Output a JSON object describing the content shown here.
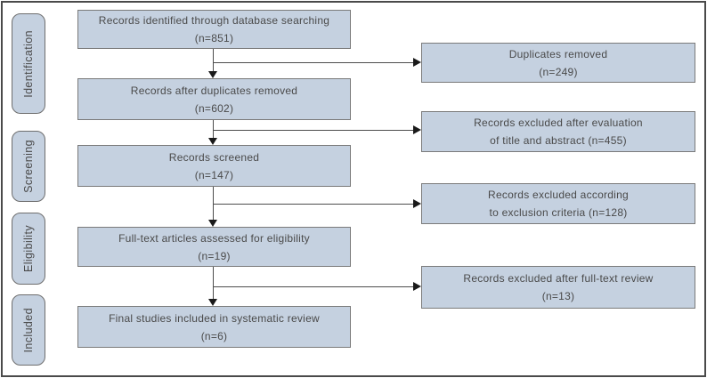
{
  "diagram": {
    "type": "prisma-flow-diagram",
    "stages": [
      {
        "label": "Identification"
      },
      {
        "label": "Screening"
      },
      {
        "label": "Eligibility"
      },
      {
        "label": "Included"
      }
    ],
    "main_boxes": [
      {
        "line1": "Records identified through database searching",
        "line2": "(n=851)"
      },
      {
        "line1": "Records after duplicates removed",
        "line2": "(n=602)"
      },
      {
        "line1": "Records screened",
        "line2": "(n=147)"
      },
      {
        "line1": "Full-text articles assessed for eligibility",
        "line2": "(n=19)"
      },
      {
        "line1": "Final studies included in systematic review",
        "line2": "(n=6)"
      }
    ],
    "side_boxes": [
      {
        "line1": "Duplicates removed",
        "line2": "(n=249)"
      },
      {
        "line1": "Records excluded after evaluation",
        "line2": "of title and abstract (n=455)"
      },
      {
        "line1": "Records excluded according",
        "line2": "to exclusion criteria (n=128)"
      },
      {
        "line1": "Records excluded after full-text review",
        "line2": "(n=13)"
      }
    ]
  },
  "palette": {
    "box_fill": "#c5d1e0",
    "box_border": "#7a7a7a",
    "text": "#4a4a4a",
    "line": "#4d4d4d",
    "arrow": "#1a1a1a",
    "frame_border": "#4a4a4a",
    "background": "#ffffff"
  }
}
